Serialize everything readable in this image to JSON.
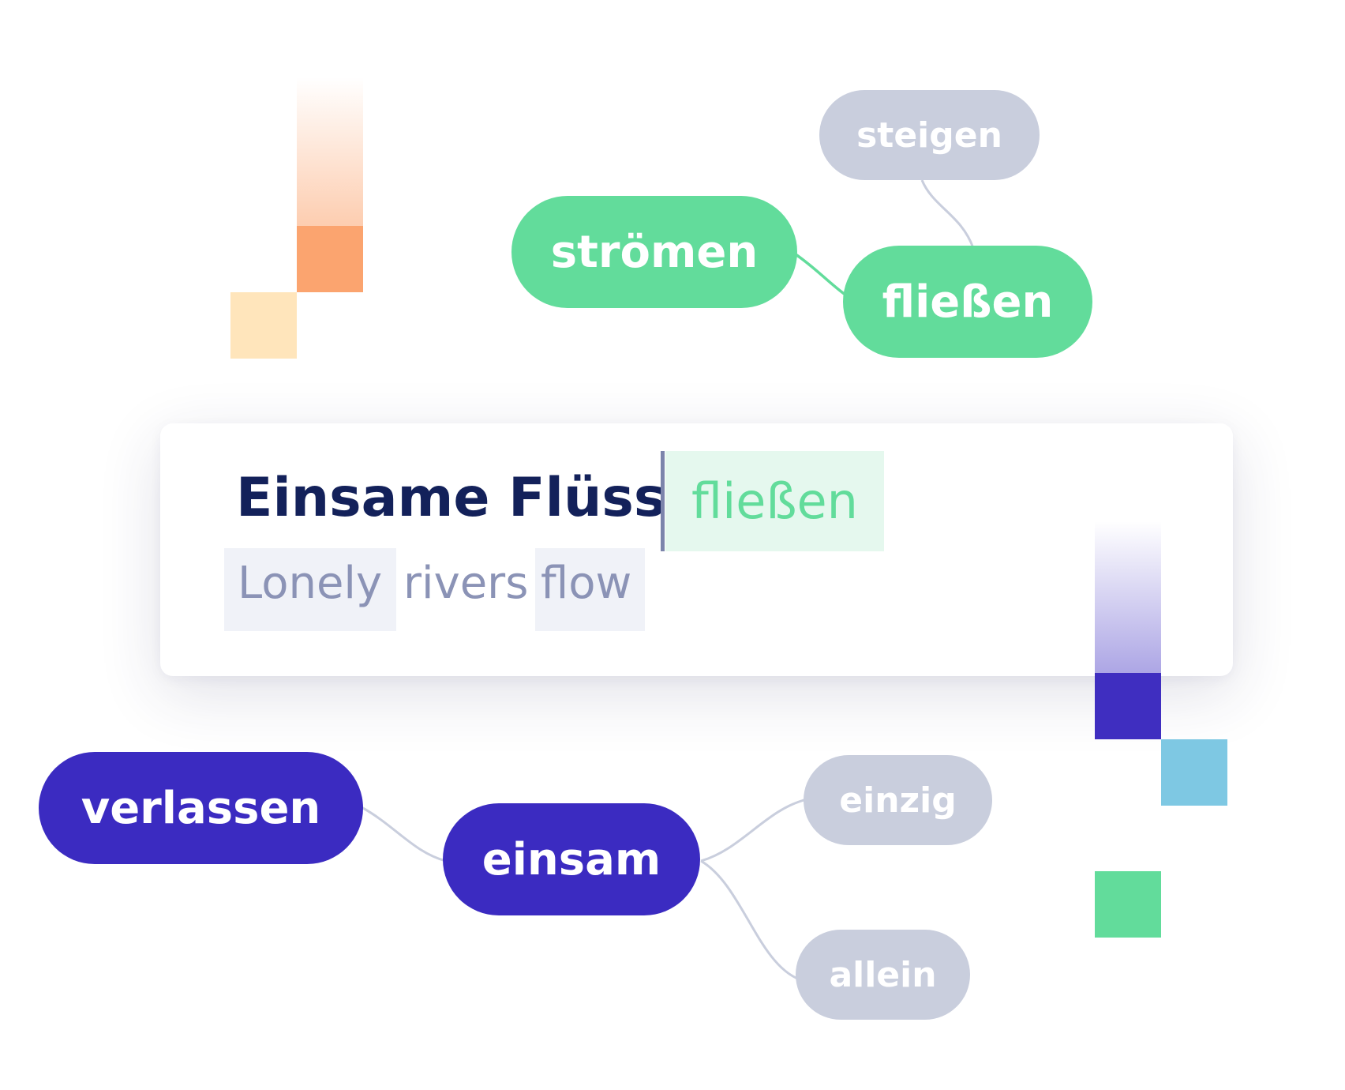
{
  "card": {
    "title": "Einsame Flüsse",
    "suggestion": "fließen",
    "translation": {
      "w1": "Lonely",
      "w2": "rivers",
      "w3": "flow"
    }
  },
  "nodes": {
    "stroemen": "strömen",
    "fliessen": "fließen",
    "steigen": "steigen",
    "verlassen": "verlassen",
    "einsam": "einsam",
    "einzig": "einzig",
    "allein": "allein"
  },
  "colors": {
    "green": "#62dc9b",
    "blue": "#3b2bc1",
    "gray": "#c9cedd",
    "navy": "#13215a",
    "orange": "#fba46f",
    "peach": "#ffe5bb",
    "cyan": "#7ec8e3"
  }
}
